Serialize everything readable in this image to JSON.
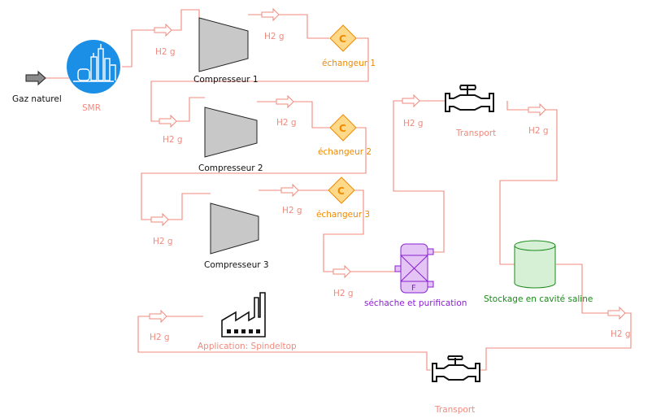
{
  "labels": {
    "gaz_naturel": "Gaz naturel",
    "smr": "SMR",
    "h2": "H2 g",
    "compresseur_1": "Compresseur 1",
    "compresseur_2": "Compresseur 2",
    "compresseur_3": "Compresseur 3",
    "echangeur_1": "échangeur 1",
    "echangeur_2": "échangeur 2",
    "echangeur_3": "échangeur 3",
    "exchanger_symbol": "C",
    "filter_symbol": "F",
    "sechage": "séchache et purification",
    "transport_top": "Transport",
    "transport_bottom": "Transport",
    "stockage": "Stockage en cavité saline",
    "application": "Application: Spindeltop"
  },
  "icons": {
    "smr": "refinery-icon",
    "compressor": "compressor-icon",
    "exchanger": "heat-exchanger-icon",
    "filter": "filter-icon",
    "valve": "valve-icon",
    "tank": "storage-tank-icon",
    "factory": "factory-icon",
    "flow_arrow": "flow-arrow-icon"
  },
  "colors": {
    "pipe": "#f08a7e",
    "smr": "#1b8ee6",
    "exchanger": "#ef8a00",
    "filter": "#8a1fd0",
    "storage": "#1a8a1a"
  }
}
